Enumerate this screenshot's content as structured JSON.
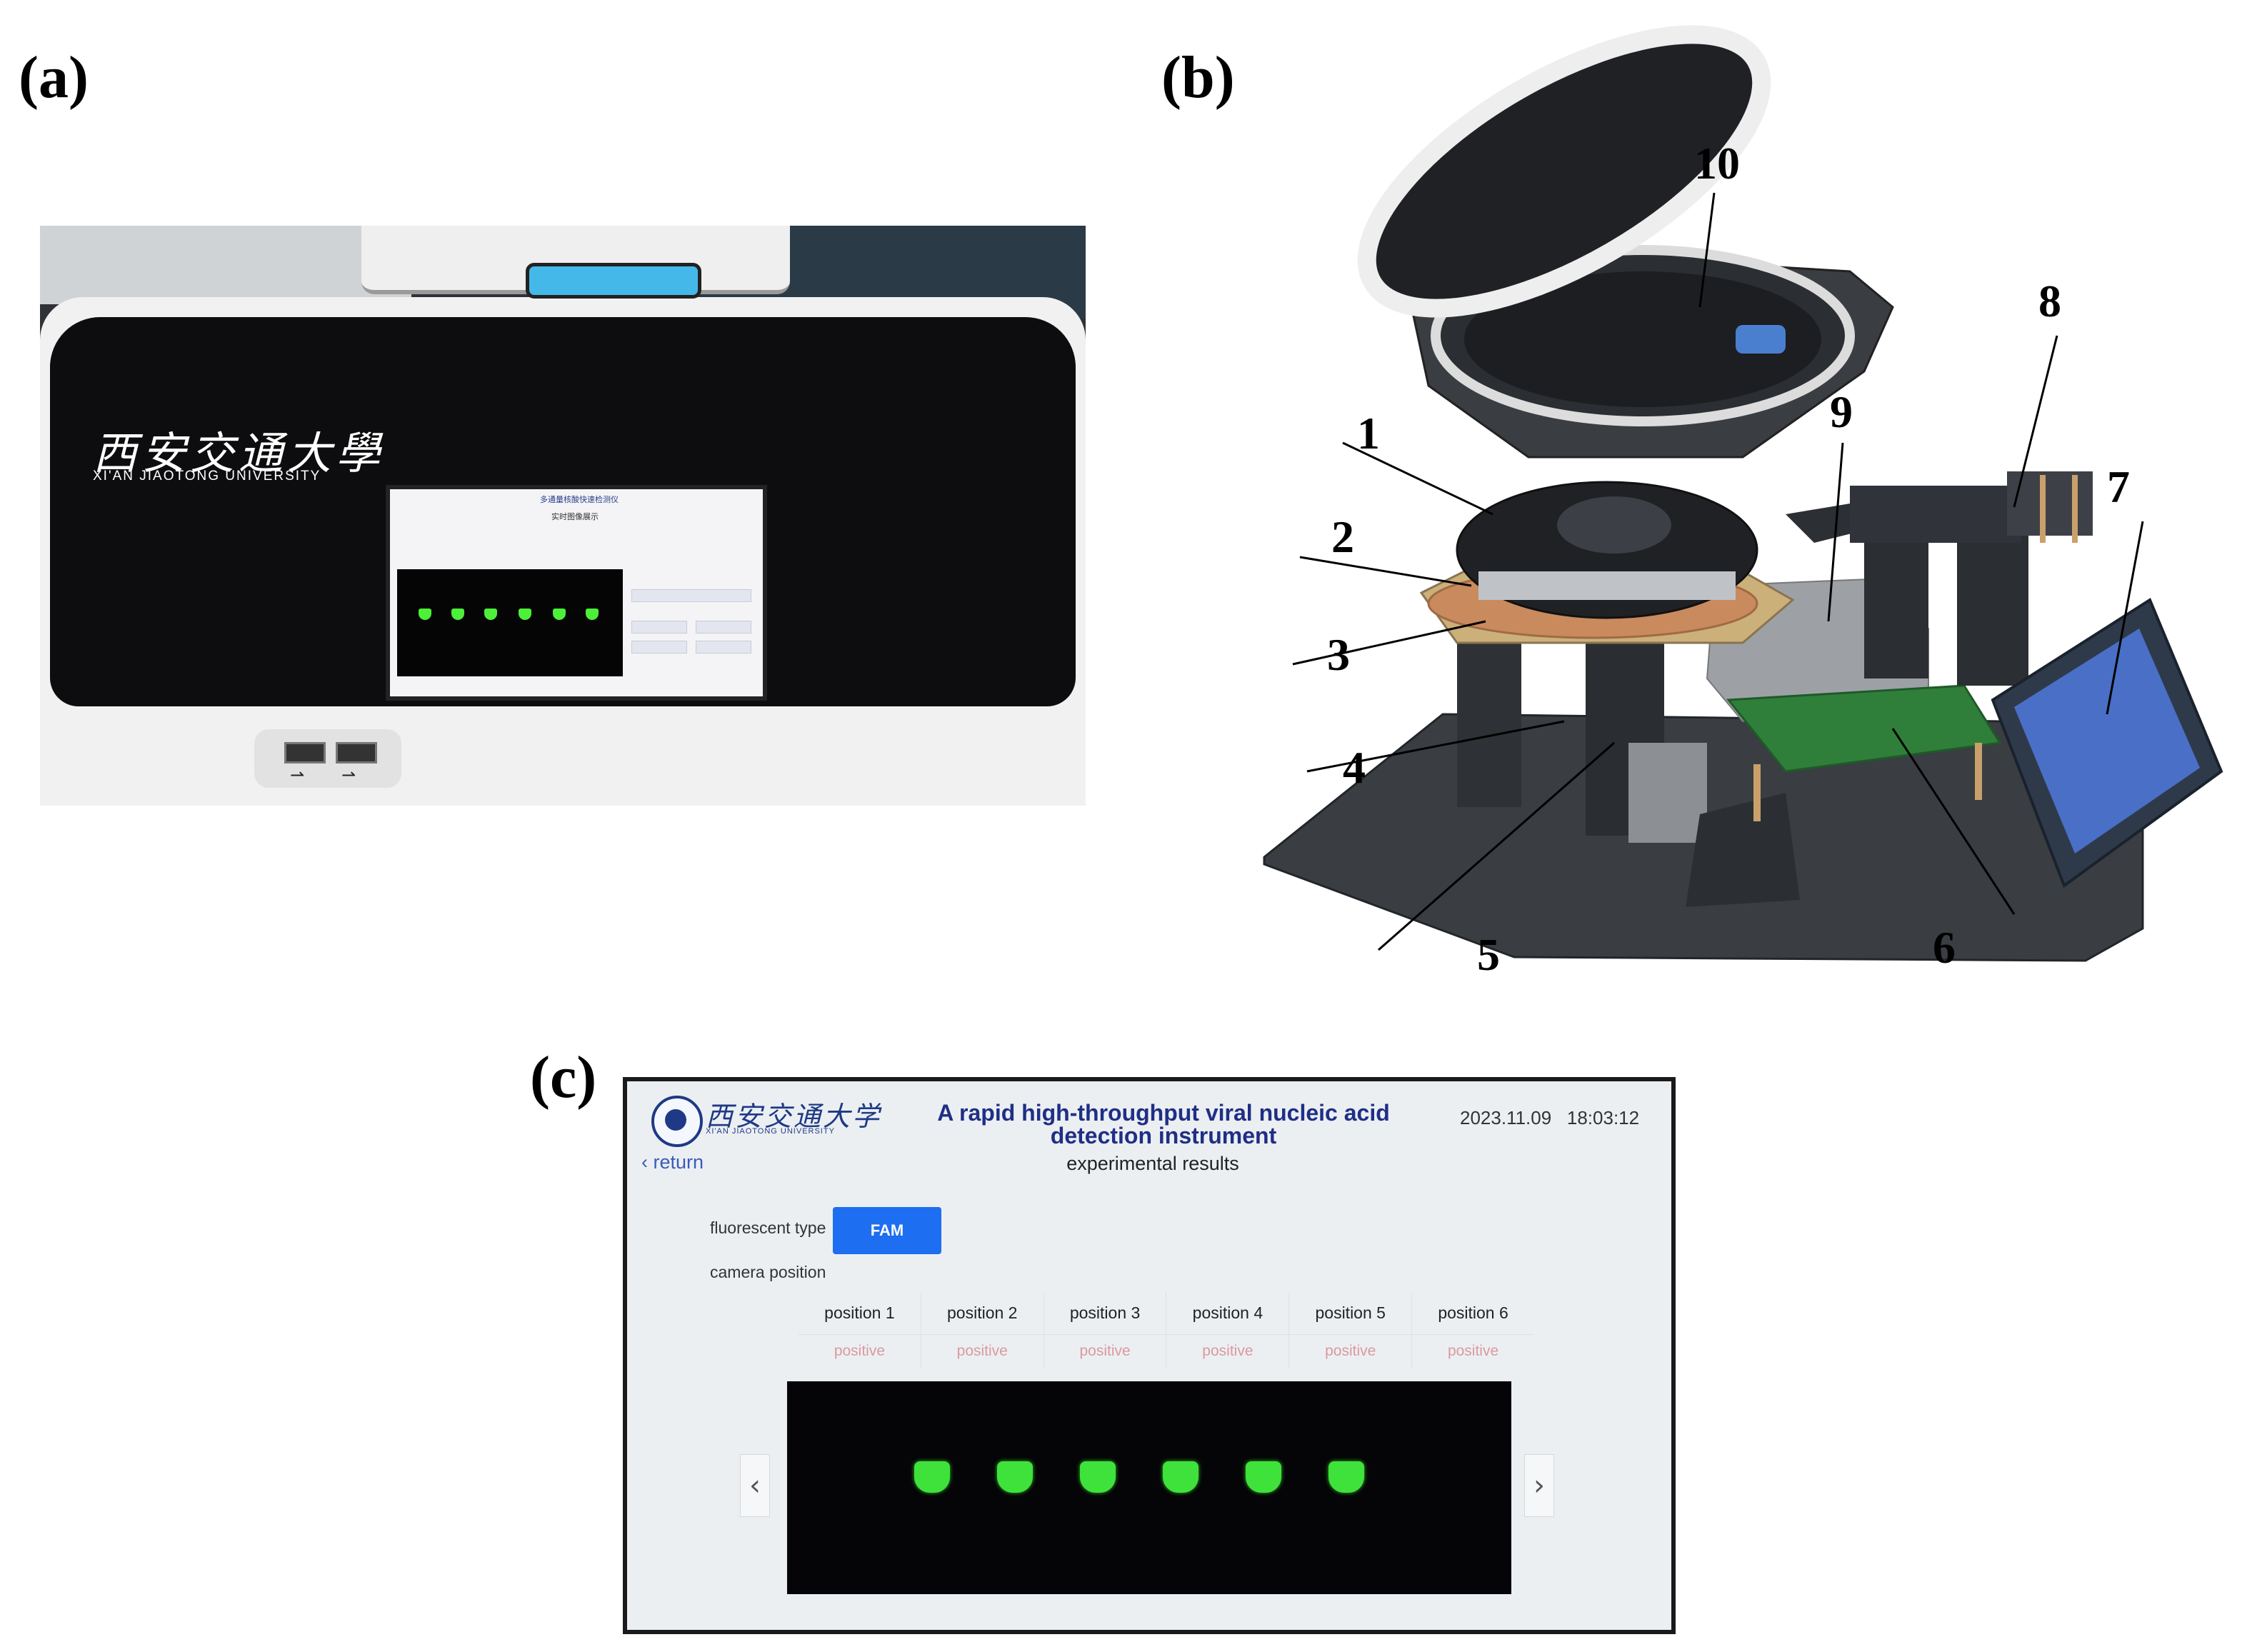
{
  "panel_labels": {
    "a": "(a)",
    "b": "(b)",
    "c": "(c)"
  },
  "panel_a": {
    "logo_cn": "西安交通大學",
    "logo_en": "XI'AN JIAOTONG UNIVERSITY",
    "screen_title": "多通量核酸快速检测仪",
    "screen_subtitle": "实时图像展示"
  },
  "panel_b": {
    "callouts": [
      "1",
      "2",
      "3",
      "4",
      "5",
      "6",
      "7",
      "8",
      "9",
      "10"
    ],
    "colors": {
      "base": "#3a3d42",
      "dark": "#26282c",
      "lid": "#eeeeee",
      "pcb": "#2f7f3a",
      "display": "#4a6fc6",
      "copper": "#c9a06b"
    }
  },
  "panel_c": {
    "logo_cn": "西安交通大学",
    "logo_en": "XI'AN JIAOTONG UNIVERSITY",
    "title_line1": "A rapid high-throughput viral nucleic acid",
    "title_line2": "detection instrument",
    "date": "2023.11.09",
    "time": "18:03:12",
    "return_label": "return",
    "subtitle": "experimental results",
    "fluorescent_label": "fluorescent type",
    "fluorescent_value": "FAM",
    "camera_label": "camera position",
    "positions": [
      {
        "name": "position 1",
        "result": "positive"
      },
      {
        "name": "position 2",
        "result": "positive"
      },
      {
        "name": "position 3",
        "result": "positive"
      },
      {
        "name": "position 4",
        "result": "positive"
      },
      {
        "name": "position 5",
        "result": "positive"
      },
      {
        "name": "position 6",
        "result": "positive"
      }
    ],
    "prev_icon": "chevron-left-icon",
    "next_icon": "chevron-right-icon",
    "accent_color": "#1d6ef0",
    "well_color": "#3fe23a"
  }
}
